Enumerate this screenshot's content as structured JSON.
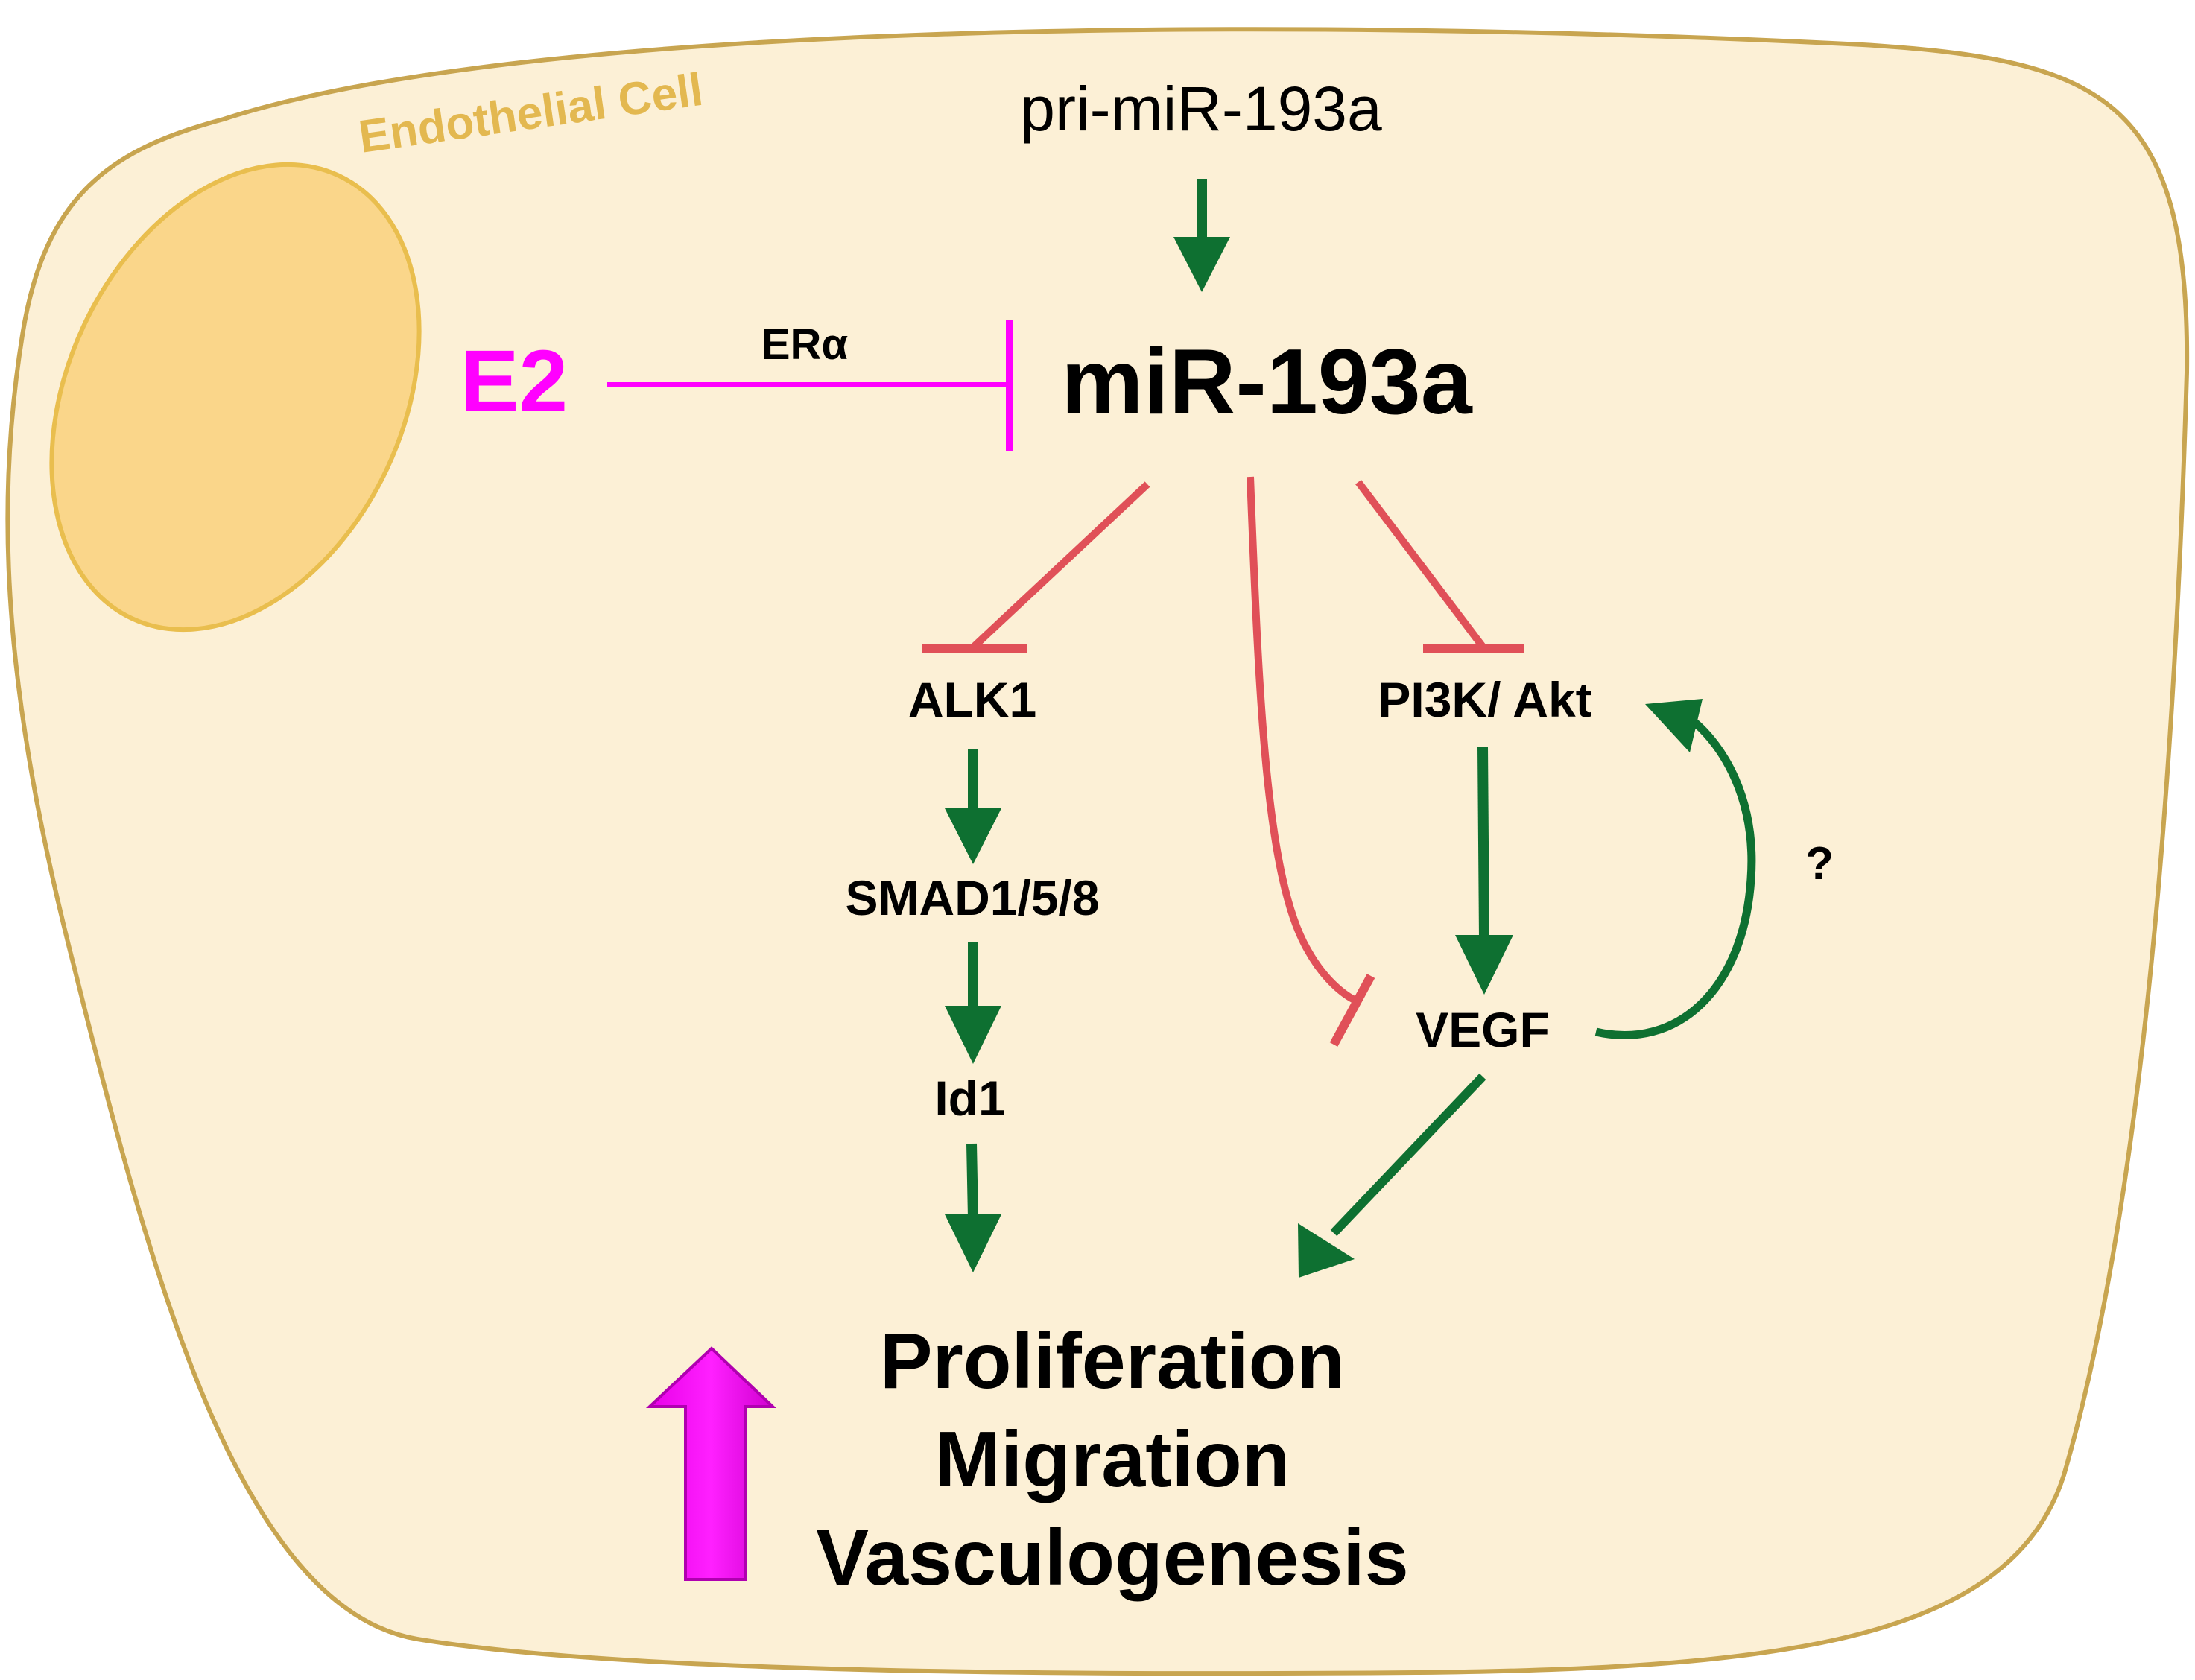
{
  "cell_label": "Endothelial Cell",
  "top_precursor": "pri-miR-193a",
  "main_mirna": "miR-193a",
  "hormone": "E2",
  "receptor": "ERα",
  "targets": {
    "alk1": "ALK1",
    "smad": "SMAD1/5/8",
    "id1": "Id1",
    "pi3k": "PI3K/ Akt",
    "vegf": "VEGF"
  },
  "question_mark": "?",
  "outcomes": [
    "Proliferation",
    "Migration",
    "Vasculogenesis"
  ],
  "colors": {
    "cell_fill": "#FCF0D6",
    "cell_border": "#C8A550",
    "nucleus_fill": "#FAD68A",
    "nucleus_border": "#E9BE4E",
    "cell_label": "#E3B850",
    "activation": "#0E7031",
    "inhibition_red": "#E05058",
    "inhibition_magenta": "#FF00FF",
    "up_arrow": "#FF00FF"
  }
}
